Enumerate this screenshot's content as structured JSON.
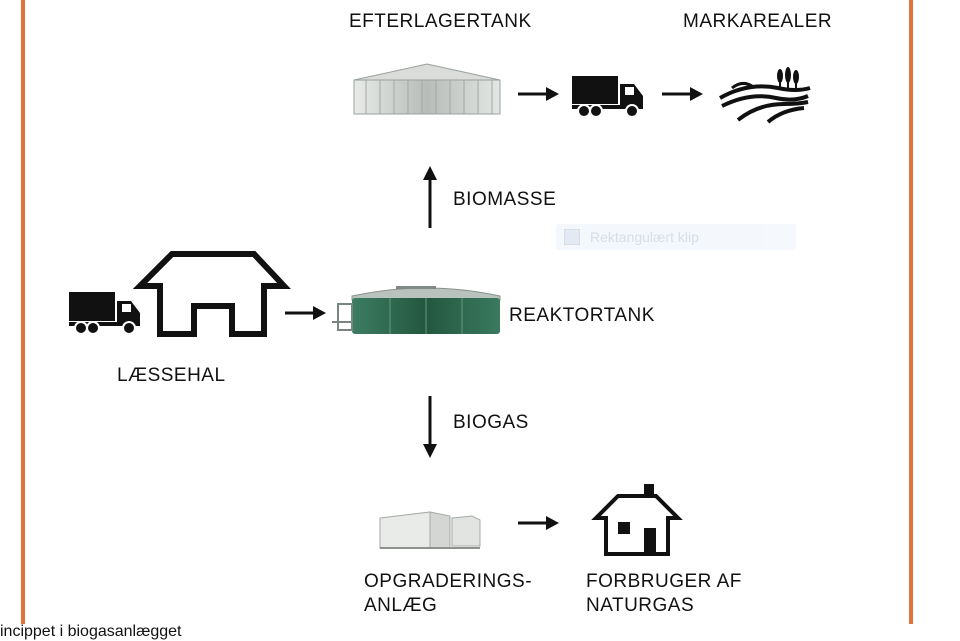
{
  "labels": {
    "efterlagertank": "EFTERLAGERTANK",
    "markarealer": "MARKAREALER",
    "biomasse": "BIOMASSE",
    "reaktortank": "REAKTORTANK",
    "laessehal": "LÆSSEHAL",
    "biogas": "BIOGAS",
    "opgradering_line1": "OPGRADERINGS-",
    "opgradering_line2": "ANLÆG",
    "forbruger_line1": "FORBRUGER AF",
    "forbruger_line2": "NATURGAS"
  },
  "caption": "incippet i biogasanlægget",
  "ghost_tooltip": "Rektangulært klip",
  "colors": {
    "frame": "#e0723a",
    "reactor_tank": "#2e6b53",
    "storage_tank": "#c9ccc9",
    "icon": "#111111"
  },
  "icons": [
    "storage-tank-icon",
    "truck-icon",
    "field-icon",
    "house-icon",
    "reactor-tank-icon",
    "upgrading-plant-icon",
    "consumer-house-icon"
  ]
}
